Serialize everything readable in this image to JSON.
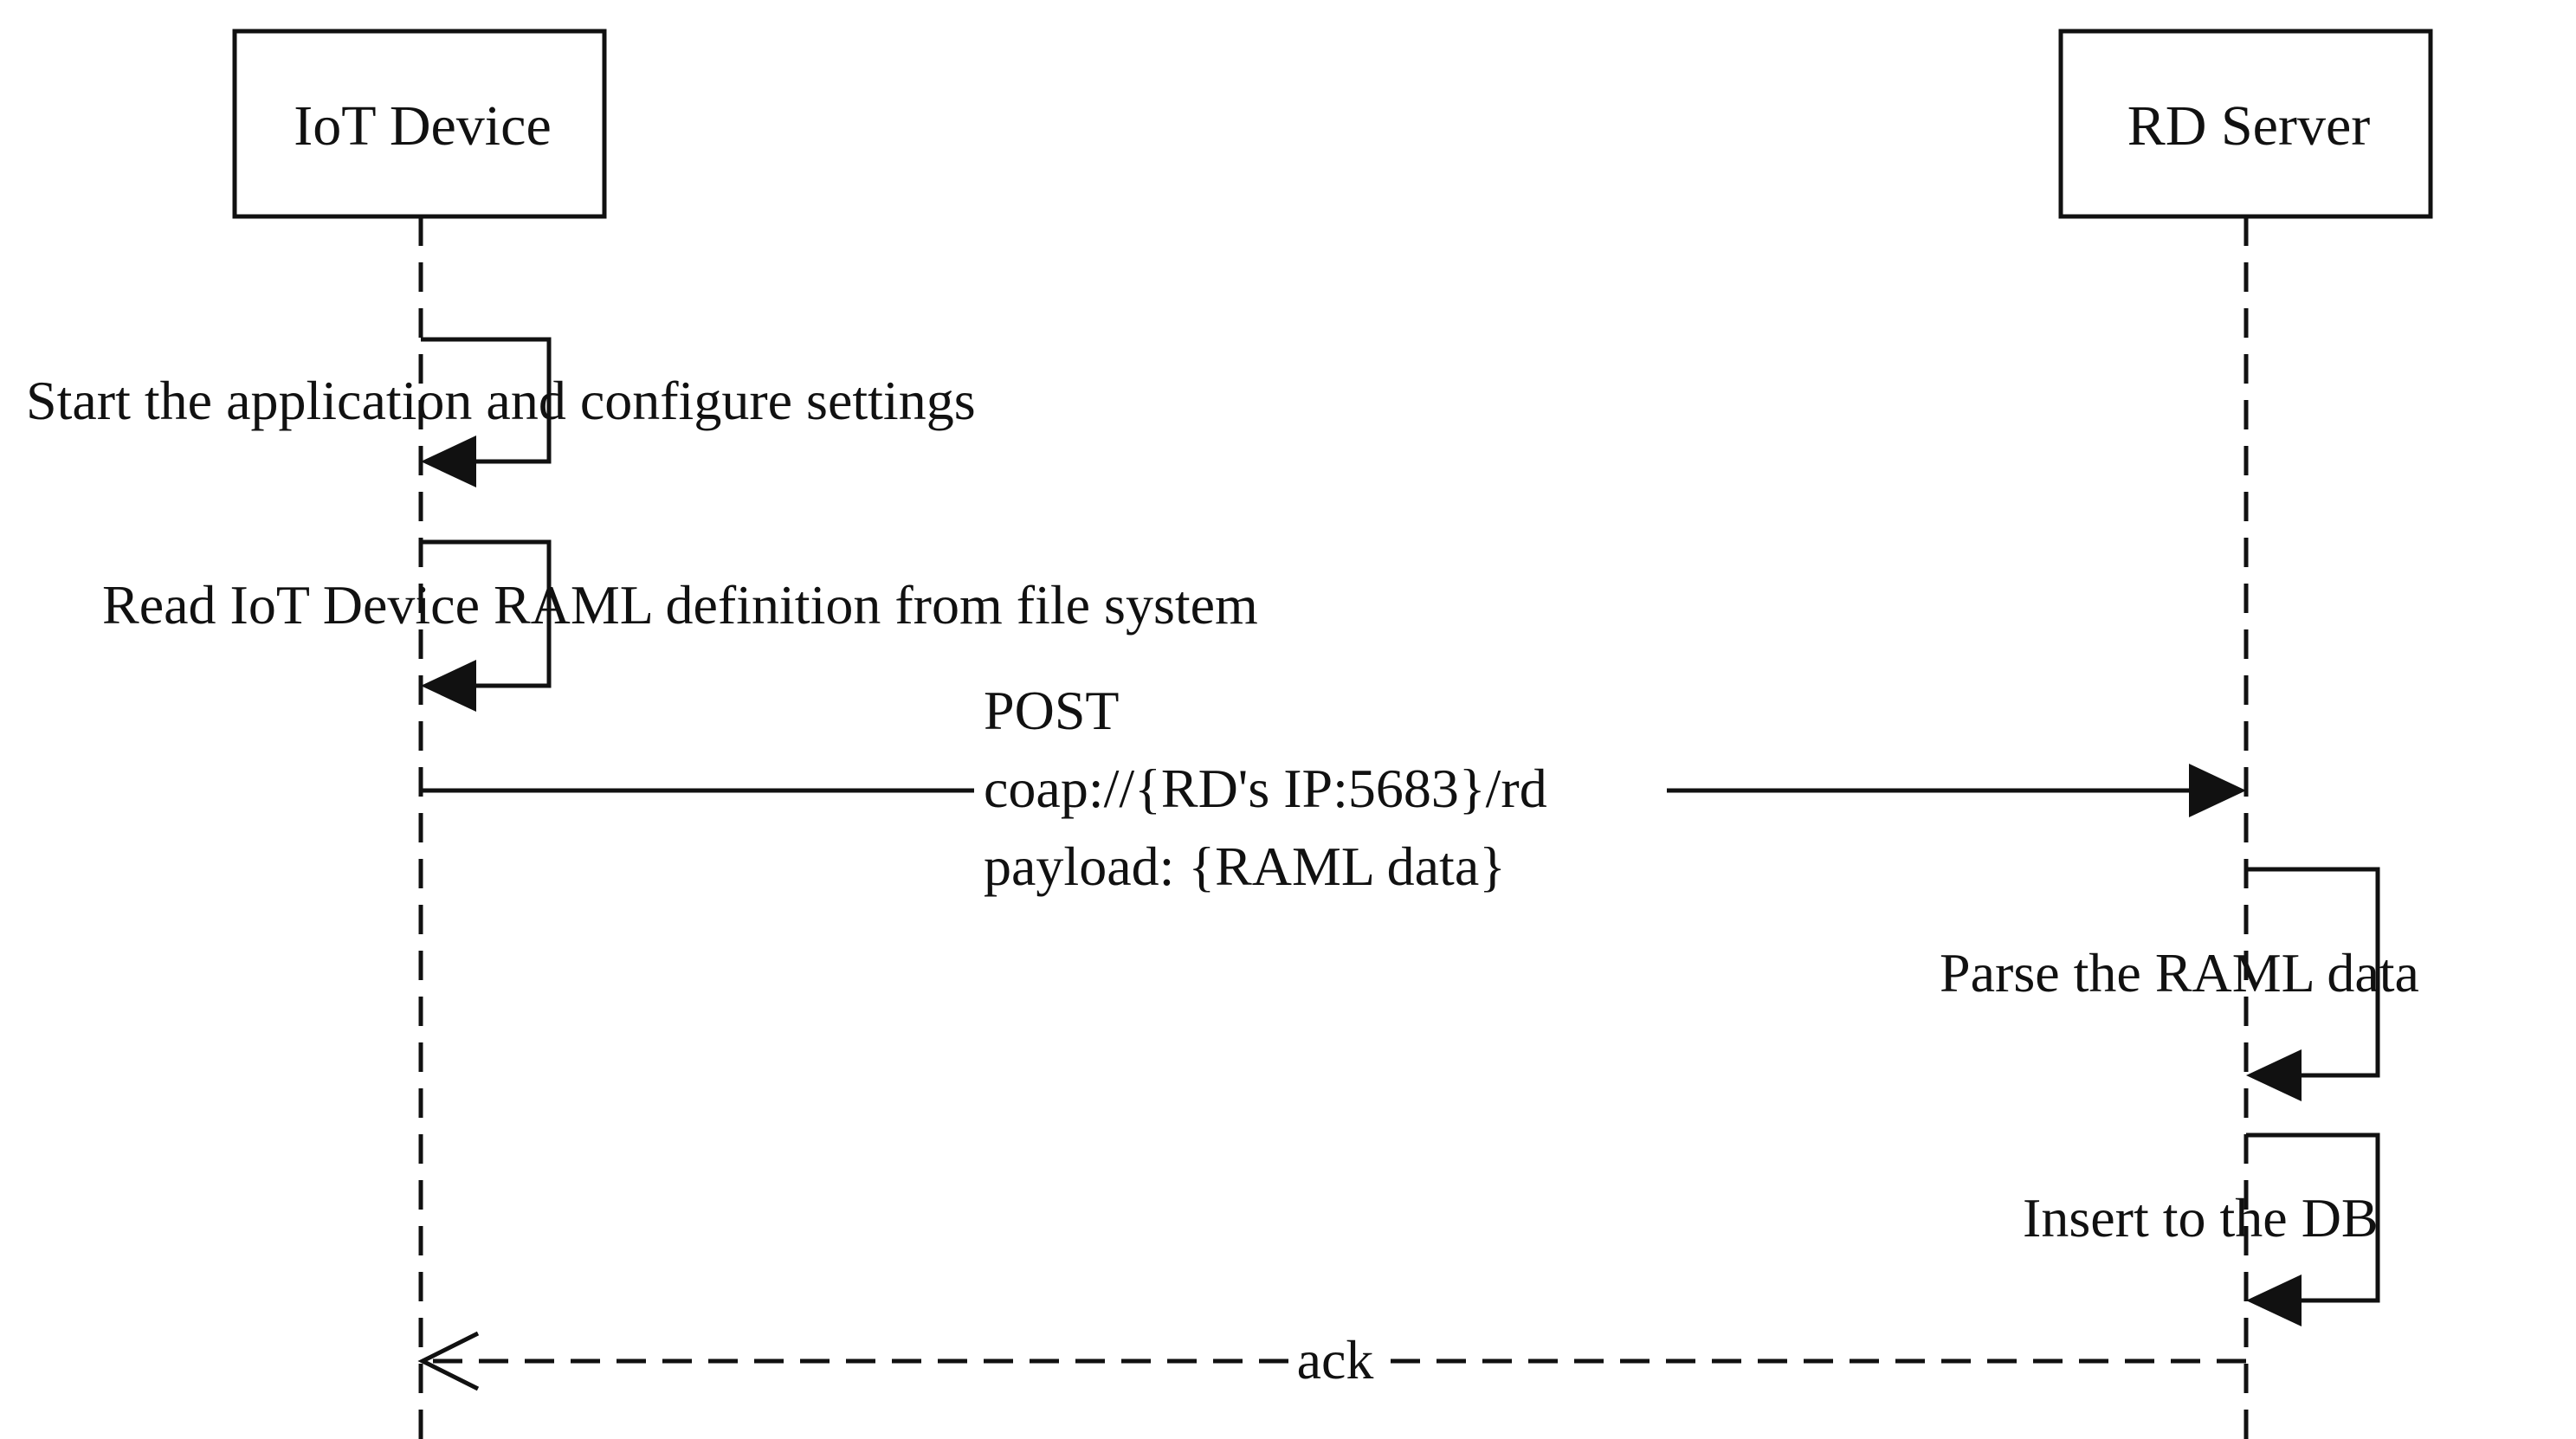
{
  "participants": [
    {
      "id": "iot",
      "label": "IoT Device"
    },
    {
      "id": "rd",
      "label": "RD Server"
    }
  ],
  "messages": {
    "self_start": "Start the application and configure settings",
    "self_read": "Read IoT Device RAML definition from file system",
    "post_line1": "POST",
    "post_line2": "coap://{RD's IP:5683}/rd",
    "post_line3": "payload: {RAML data}",
    "self_parse": "Parse the RAML data",
    "self_insert": "Insert to the DB",
    "ack": "ack"
  },
  "colors": {
    "line": "#111111",
    "background": "#ffffff"
  }
}
